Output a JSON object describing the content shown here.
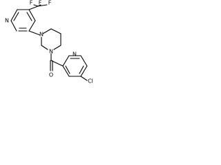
{
  "molecule": {
    "atom_labels": {
      "cf3_f_left": "F",
      "cf3_f_middle": "F",
      "cf3_f_right": "F",
      "pyridine_top_n": "N",
      "piperazine_n_top": "N",
      "piperazine_n_bottom": "N",
      "carbonyl_o": "O",
      "pyridine_bottom_n": "N",
      "chlorine": "Cl"
    }
  }
}
